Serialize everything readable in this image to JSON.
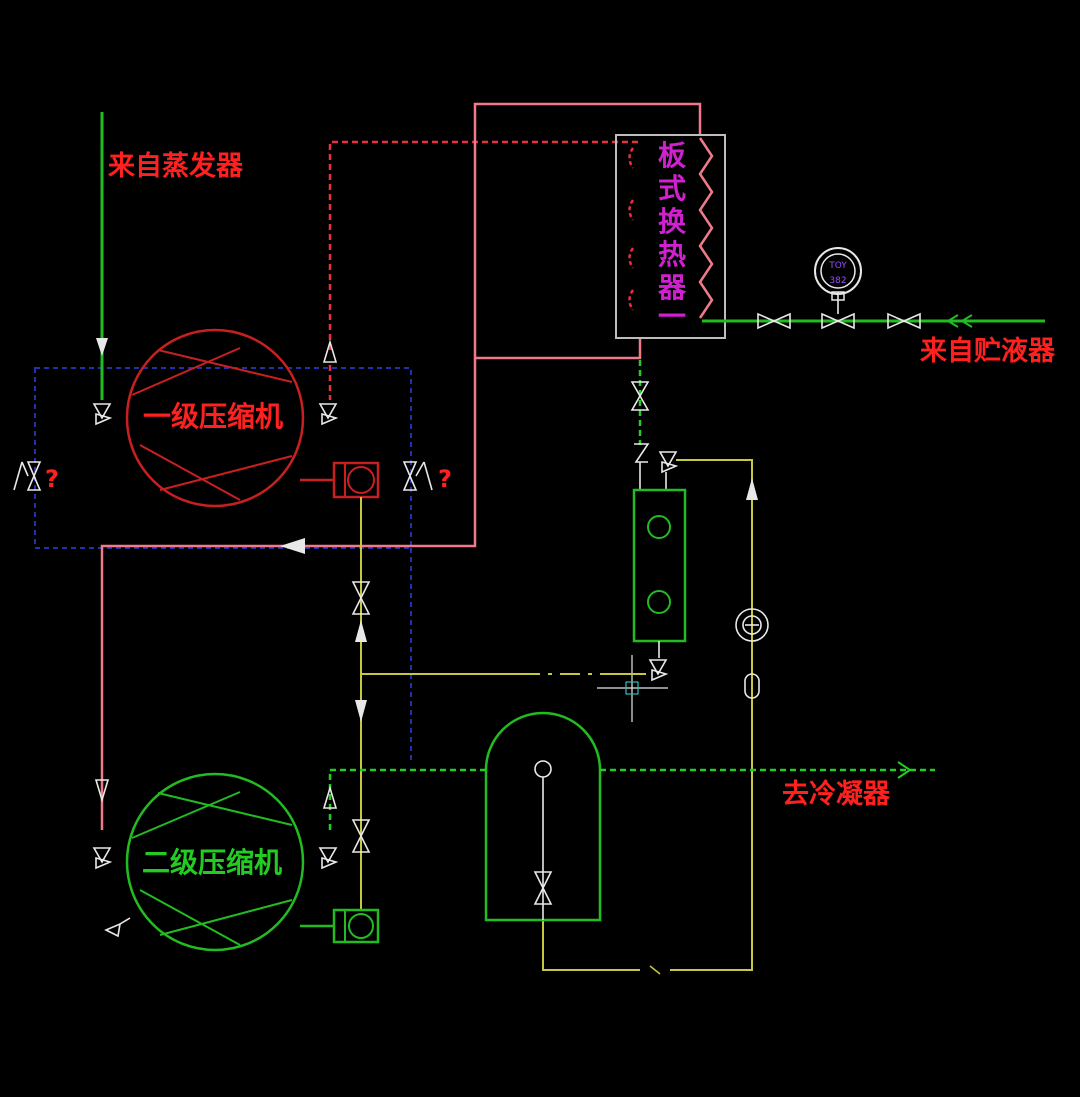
{
  "labels": {
    "from_evaporator": "来自蒸发器",
    "first_stage_compressor": "一级压缩机",
    "second_stage_compressor": "二级压缩机",
    "plate_heat_exchanger": [
      "板",
      "式",
      "换",
      "热",
      "器",
      "一"
    ],
    "from_receiver": "来自贮液器",
    "to_condenser": "去冷凝器",
    "question_mark": "?",
    "gauge_top": "TOY",
    "gauge_bottom": "382"
  },
  "colors": {
    "background": "#000000",
    "evaporator_line": "#22bb22",
    "first_stage": "#d42a2a",
    "second_stage": "#22bb22",
    "pink_pipe": "#f07a8a",
    "red_dashed": "#e83040",
    "yellow_line": "#c8c840",
    "green_dashed": "#22cc22",
    "blue_dashed": "#2233aa",
    "exchanger_text": "#d020d0",
    "valve": "#e8e8e8",
    "label_red": "#ff2020"
  }
}
